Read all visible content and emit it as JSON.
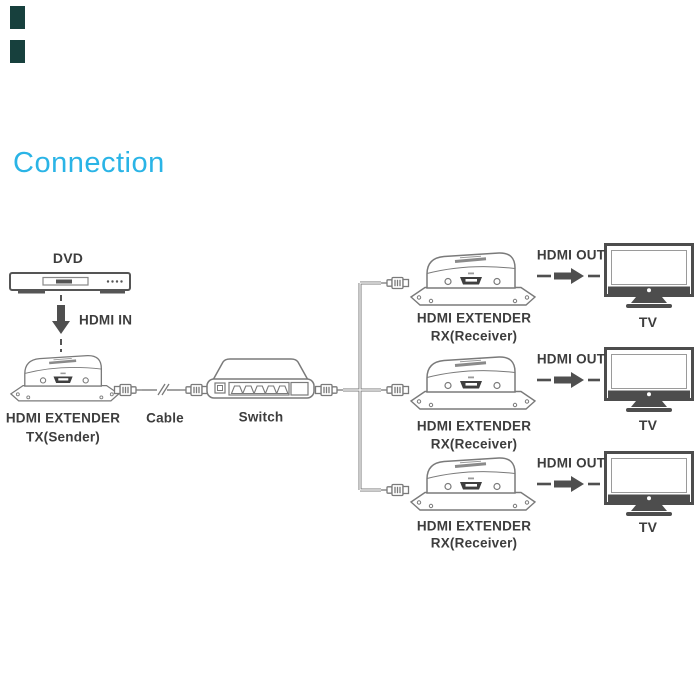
{
  "title": {
    "text": "Connection",
    "color": "#2ab4e6"
  },
  "decor": {
    "corner_mark_color": "#17403d"
  },
  "diagram": {
    "source": {
      "label": "DVD"
    },
    "hdmi_in": {
      "label": "HDMI IN"
    },
    "transmitter": {
      "line1": "HDMI EXTENDER",
      "line2": "TX(Sender)"
    },
    "cable": {
      "label": "Cable"
    },
    "network_switch": {
      "label": "Switch"
    },
    "receivers": [
      {
        "line1": "HDMI EXTENDER",
        "line2": "RX(Receiver)"
      },
      {
        "line1": "HDMI EXTENDER",
        "line2": "RX(Receiver)"
      },
      {
        "line1": "HDMI EXTENDER",
        "line2": "RX(Receiver)"
      }
    ],
    "outputs": [
      {
        "label": "HDMI OUT",
        "tv_label": "TV"
      },
      {
        "label": "HDMI OUT",
        "tv_label": "TV"
      },
      {
        "label": "HDMI OUT",
        "tv_label": "TV"
      }
    ]
  },
  "colors": {
    "line_art": "#7a7a7a",
    "dark_fill": "#4d4d4d",
    "label_text": "#3d3d3d"
  }
}
